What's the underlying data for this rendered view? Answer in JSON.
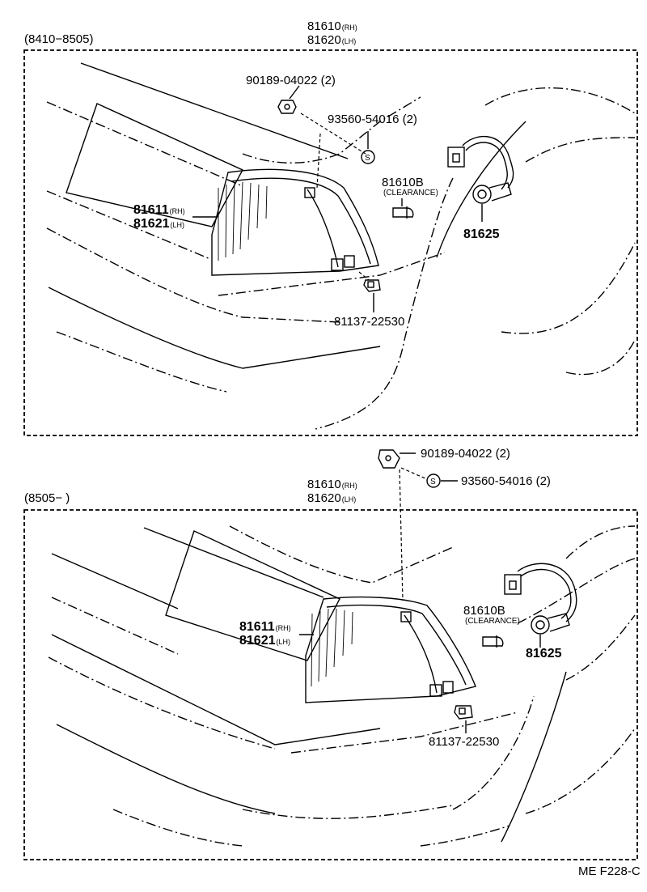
{
  "panels": [
    {
      "range": "(8410−8505)",
      "assembly": {
        "rh_no": "81610",
        "rh_tag": "(RH)",
        "lh_no": "81620",
        "lh_tag": "(LH)"
      },
      "lens": {
        "rh_no": "81611",
        "rh_tag": "(RH)",
        "lh_no": "81621",
        "lh_tag": "(LH)"
      },
      "screw": "90189-04022 (2)",
      "nut": "93560-54016 (2)",
      "nut_symbol": "S",
      "bulb": {
        "part_no": "81610B",
        "note": "(CLEARANCE)"
      },
      "socket": "81625",
      "clip": "81137-22530"
    },
    {
      "range": "(8505−        )",
      "assembly": {
        "rh_no": "81610",
        "rh_tag": "(RH)",
        "lh_no": "81620",
        "lh_tag": "(LH)"
      },
      "lens": {
        "rh_no": "81611",
        "rh_tag": "(RH)",
        "lh_no": "81621",
        "lh_tag": "(LH)"
      },
      "screw": "90189-04022 (2)",
      "nut": "93560-54016 (2)",
      "nut_symbol": "S",
      "bulb": {
        "part_no": "81610B",
        "note": "(CLEARANCE)"
      },
      "socket": "81625",
      "clip": "81137-22530"
    }
  ],
  "figure_code": "ME F228-C"
}
